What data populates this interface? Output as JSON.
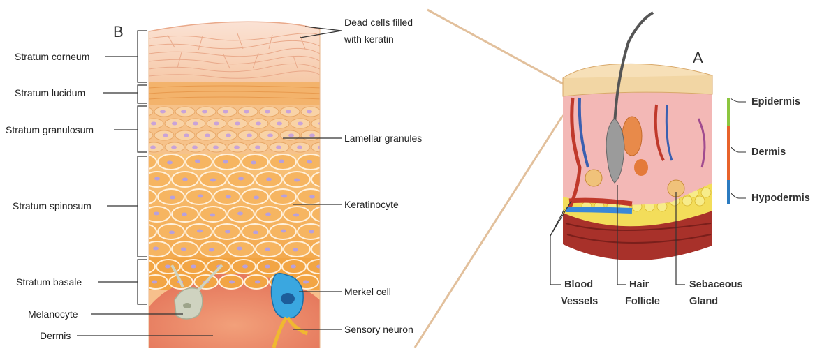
{
  "panel_b": {
    "letter": "B",
    "left_labels": {
      "corneum": "Stratum corneum",
      "lucidum": "Stratum lucidum",
      "granulosum": "Stratum granulosum",
      "spinosum": "Stratum spinosum",
      "basale": "Stratum basale",
      "melanocyte": "Melanocyte",
      "dermis": "Dermis"
    },
    "right_labels": {
      "dead_cells_line1": "Dead cells filled",
      "dead_cells_line2": "with keratin",
      "lamellar": "Lamellar granules",
      "keratinocyte": "Keratinocyte",
      "merkel": "Merkel cell",
      "sensory": "Sensory neuron"
    }
  },
  "panel_a": {
    "letter": "A",
    "layers": {
      "epidermis": "Epidermis",
      "dermis": "Dermis",
      "hypodermis": "Hypodermis"
    },
    "bottom_labels": {
      "blood_line1": "Blood",
      "blood_line2": "Vessels",
      "hair_line1": "Hair",
      "hair_line2": "Follicle",
      "seb_line1": "Sebaceous",
      "seb_line2": "Gland"
    },
    "layer_colors": {
      "epidermis": "#8cc63f",
      "dermis": "#e8632b",
      "hypodermis": "#2b7bc0"
    }
  }
}
